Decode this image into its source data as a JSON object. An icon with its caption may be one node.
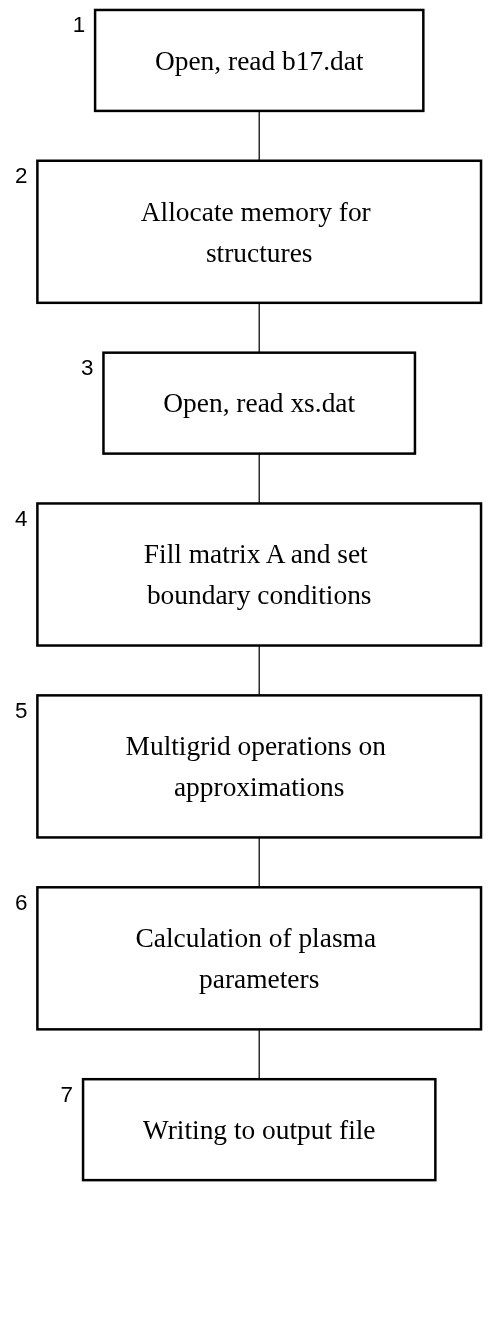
{
  "diagram": {
    "nodes": [
      {
        "text": [
          "Open, read b17.dat"
        ],
        "beside": [
          "1"
        ]
      },
      {
        "text": [
          "Allocate memory for structures"
        ],
        "beside": [
          "2"
        ]
      },
      {
        "text": [
          "Open, read xs.dat"
        ],
        "beside": [
          "3"
        ]
      },
      {
        "text": [
          "Fill matrix A and set boundary conditions"
        ],
        "beside": [
          "4"
        ]
      },
      {
        "text": [
          "Multigrid operations on approximations"
        ],
        "beside": [
          "5"
        ]
      },
      {
        "text": [
          "Calculation of plasma parameters"
        ],
        "beside": [
          "6"
        ]
      },
      {
        "text": [
          "Writing to output file"
        ],
        "beside": [
          "7"
        ]
      }
    ],
    "edges": [
      {
        "from": 0,
        "to": 1,
        "arrow": "none"
      },
      {
        "from": 1,
        "to": 2,
        "arrow": "none"
      },
      {
        "from": 2,
        "to": 3,
        "arrow": "none"
      },
      {
        "from": 3,
        "to": 4,
        "arrow": "none"
      },
      {
        "from": 4,
        "to": 5,
        "arrow": "none"
      },
      {
        "from": 5,
        "to": 6,
        "arrow": "none"
      }
    ]
  }
}
